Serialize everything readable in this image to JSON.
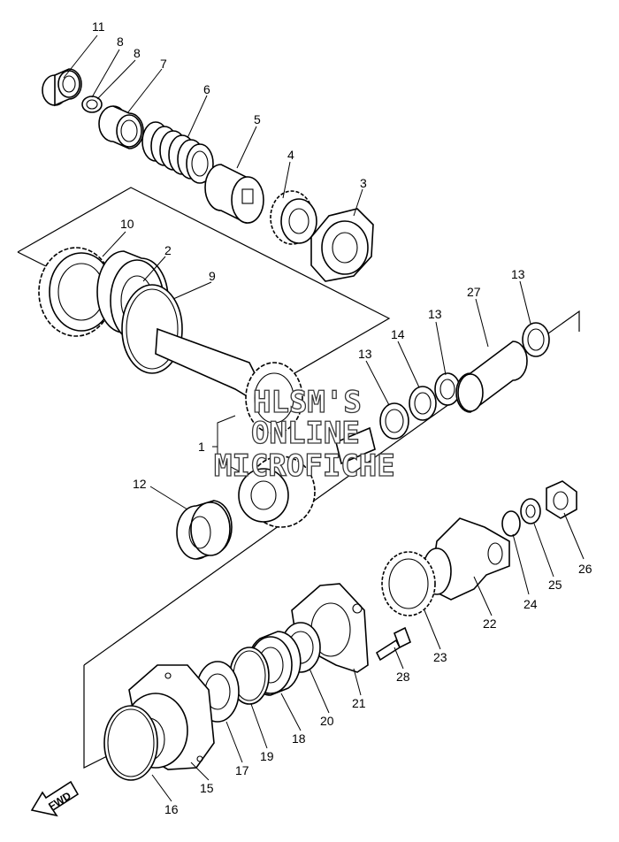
{
  "diagram": {
    "callouts": [
      {
        "id": "c11",
        "text": "11"
      },
      {
        "id": "c8a",
        "text": "8"
      },
      {
        "id": "c8b",
        "text": "8"
      },
      {
        "id": "c7",
        "text": "7"
      },
      {
        "id": "c6",
        "text": "6"
      },
      {
        "id": "c5",
        "text": "5"
      },
      {
        "id": "c4",
        "text": "4"
      },
      {
        "id": "c3",
        "text": "3"
      },
      {
        "id": "c10",
        "text": "10"
      },
      {
        "id": "c2",
        "text": "2"
      },
      {
        "id": "c9",
        "text": "9"
      },
      {
        "id": "c13a",
        "text": "13"
      },
      {
        "id": "c27",
        "text": "27"
      },
      {
        "id": "c13b",
        "text": "13"
      },
      {
        "id": "c14",
        "text": "14"
      },
      {
        "id": "c13c",
        "text": "13"
      },
      {
        "id": "c1",
        "text": "1"
      },
      {
        "id": "c12",
        "text": "12"
      },
      {
        "id": "c26",
        "text": "26"
      },
      {
        "id": "c25",
        "text": "25"
      },
      {
        "id": "c24",
        "text": "24"
      },
      {
        "id": "c22",
        "text": "22"
      },
      {
        "id": "c23",
        "text": "23"
      },
      {
        "id": "c28",
        "text": "28"
      },
      {
        "id": "c21",
        "text": "21"
      },
      {
        "id": "c20",
        "text": "20"
      },
      {
        "id": "c18",
        "text": "18"
      },
      {
        "id": "c19",
        "text": "19"
      },
      {
        "id": "c17",
        "text": "17"
      },
      {
        "id": "c15",
        "text": "15"
      },
      {
        "id": "c16",
        "text": "16"
      }
    ],
    "watermark": [
      "HLSM'S",
      "ONLINE",
      "MICROFICHE"
    ],
    "direction_label": "FWD"
  }
}
